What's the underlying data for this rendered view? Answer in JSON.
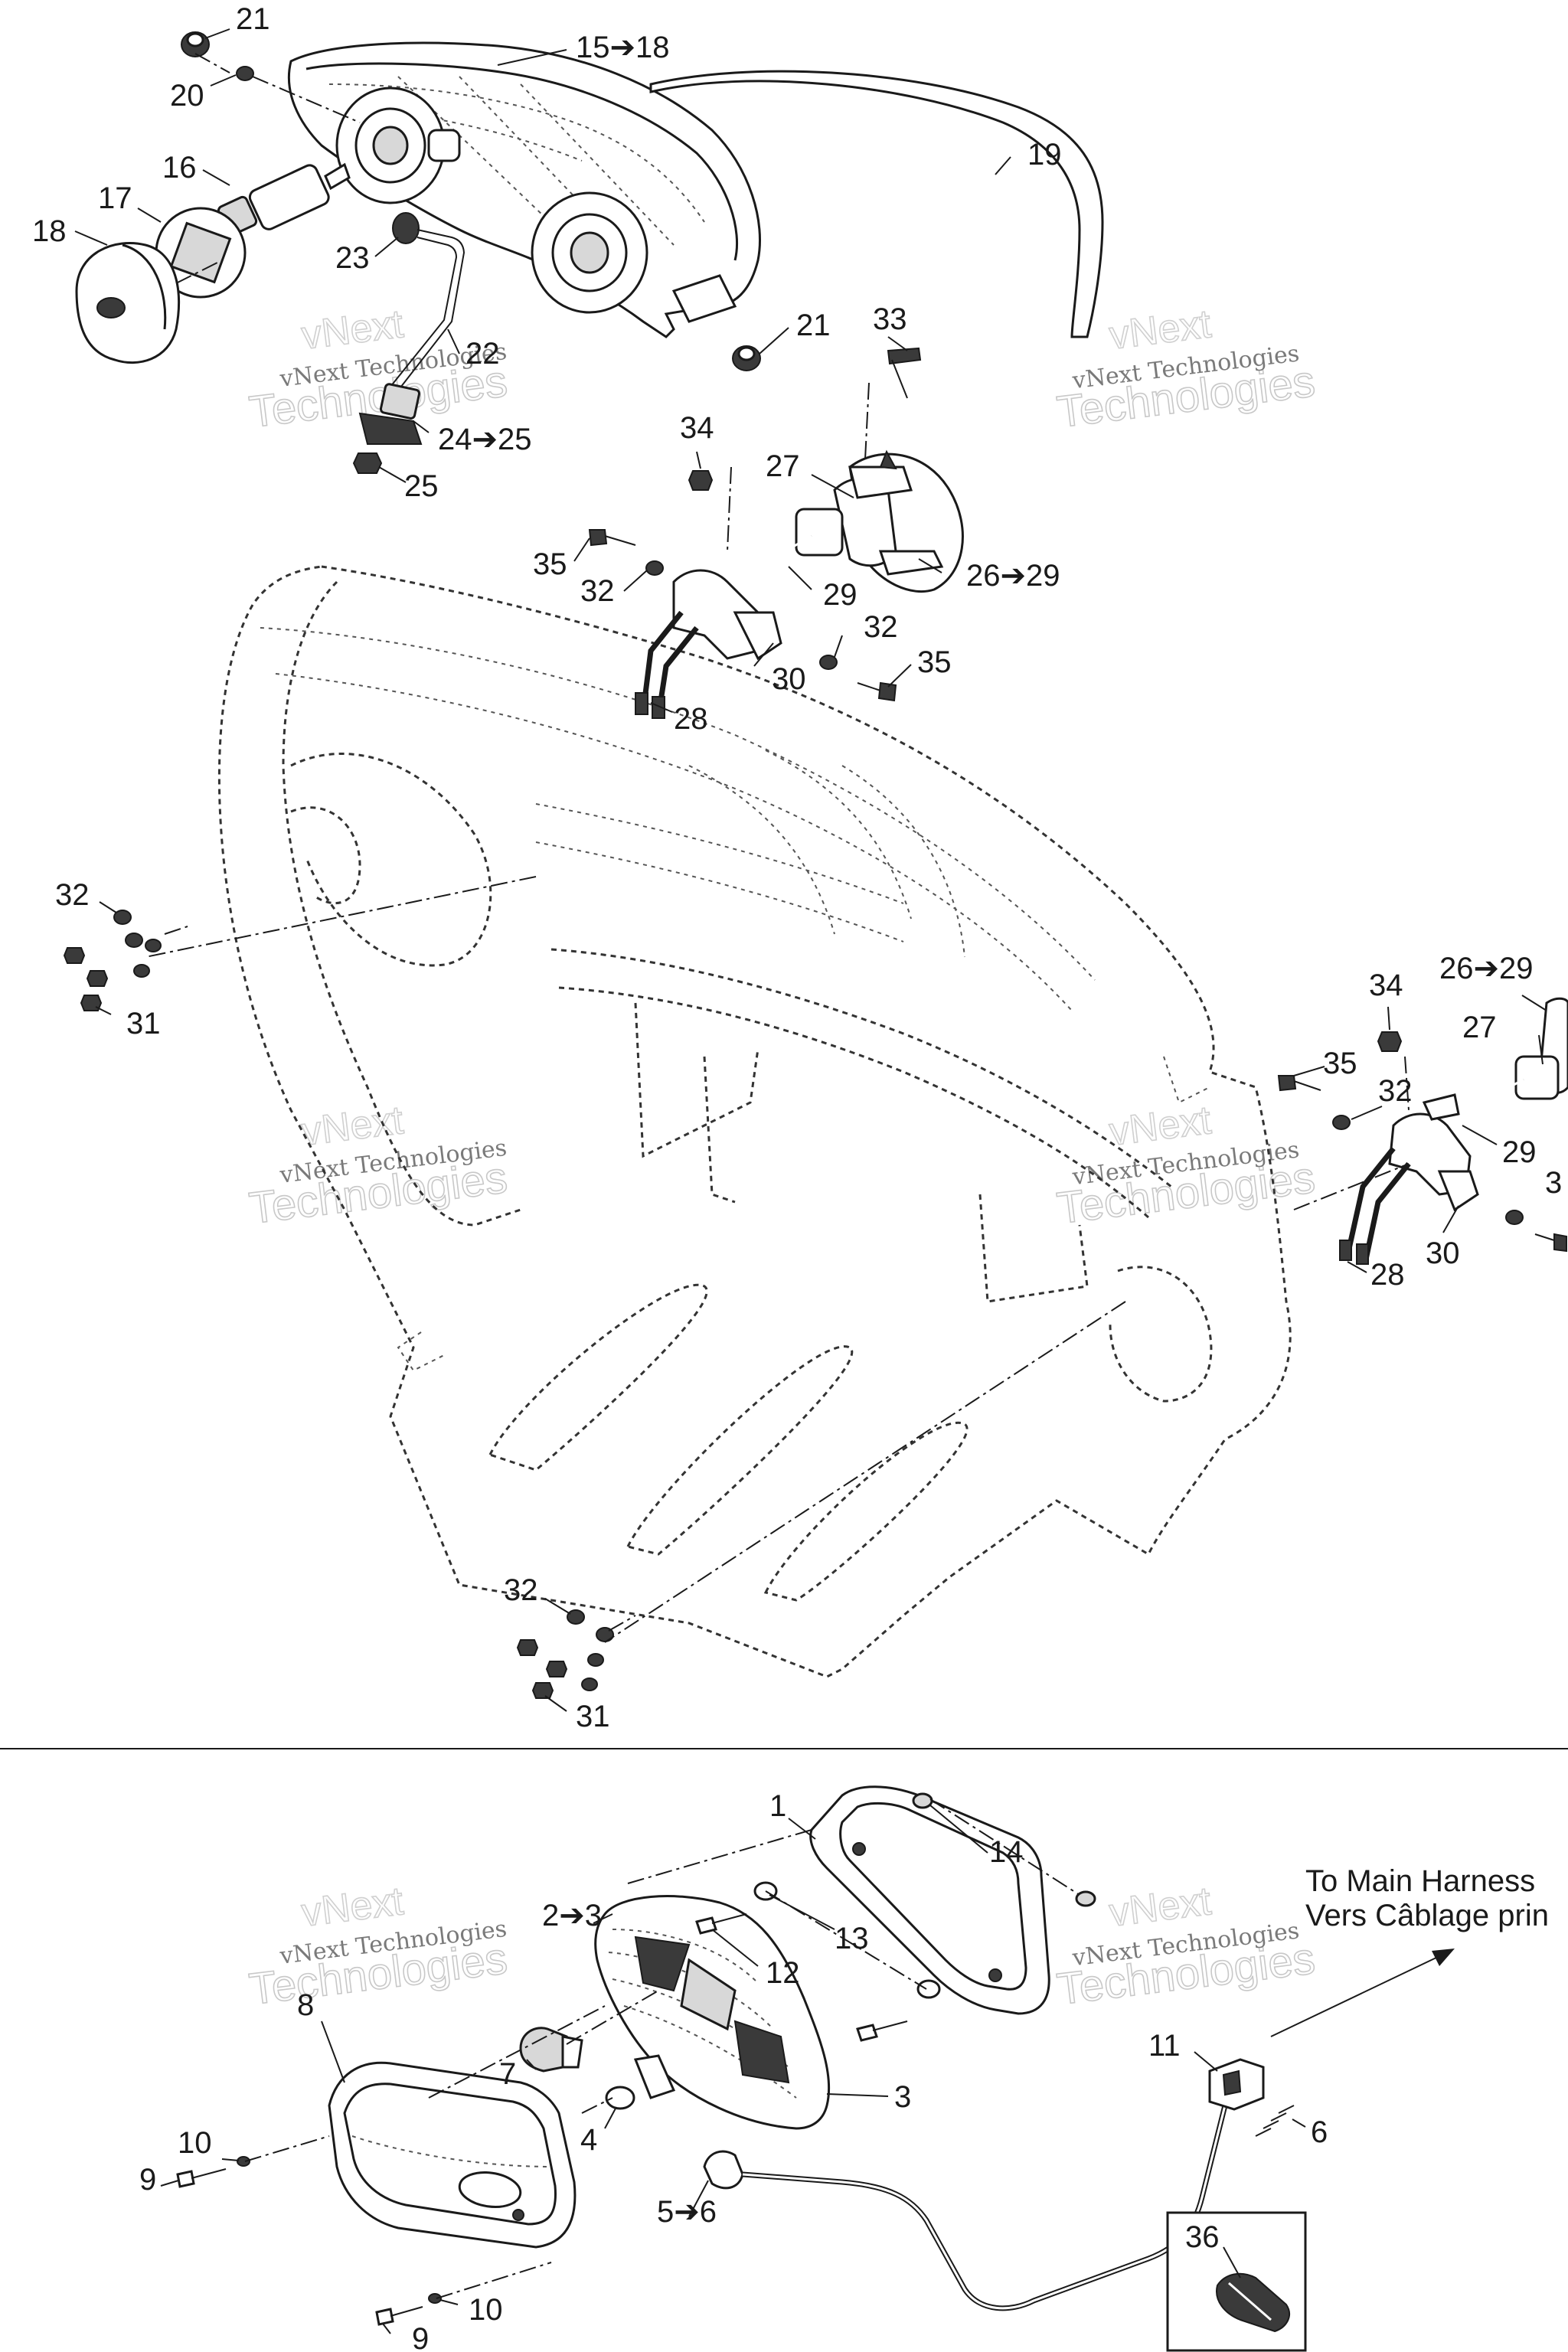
{
  "watermarks": [
    {
      "line1": "vNext",
      "line2": "vNext Technologies",
      "line3": "Technologies"
    },
    {
      "line1": "vNext",
      "line2": "vNext Technologies",
      "line3": "Technologies"
    },
    {
      "line1": "vNext",
      "line2": "vNext Technologies",
      "line3": "Technologies"
    },
    {
      "line1": "vNext",
      "line2": "vNext Technologies",
      "line3": "Technologies"
    },
    {
      "line1": "vNext",
      "line2": "vNext Technologies",
      "line3": "Technologies"
    },
    {
      "line1": "vNext",
      "line2": "vNext Technologies",
      "line3": "Technologies"
    }
  ],
  "callouts": {
    "c21a": "21",
    "c20": "20",
    "c1518": "15➔18",
    "c16": "16",
    "c17": "17",
    "c18": "18",
    "c23": "23",
    "c19": "19",
    "c22": "22",
    "c21b": "21",
    "c33": "33",
    "c2425": "24➔25",
    "c25": "25",
    "c34a": "34",
    "c27a": "27",
    "c35a": "35",
    "c32a": "32",
    "c29a": "29",
    "c2629a": "26➔29",
    "c32b": "32",
    "c35b": "35",
    "c30a": "30",
    "c28a": "28",
    "c32c": "32",
    "c31a": "31",
    "c2629b": "26➔29",
    "c34b": "34",
    "c27b": "27",
    "c35c": "35",
    "c32d": "32",
    "c29b": "29",
    "c3partial": "3",
    "c30b": "30",
    "c28b": "28",
    "c32e": "32",
    "c31b": "31",
    "c1": "1",
    "c14": "14",
    "c23b": "2➔3",
    "c13": "13",
    "c12": "12",
    "c8": "8",
    "c7": "7",
    "c3": "3",
    "c11": "11",
    "c6": "6",
    "c4": "4",
    "c10a": "10",
    "c9a": "9",
    "c56": "5➔6",
    "c36": "36",
    "c10b": "10",
    "c9b": "9"
  },
  "notes": {
    "harness_en": "To Main Harness",
    "harness_fr": "Vers Câblage prin"
  }
}
